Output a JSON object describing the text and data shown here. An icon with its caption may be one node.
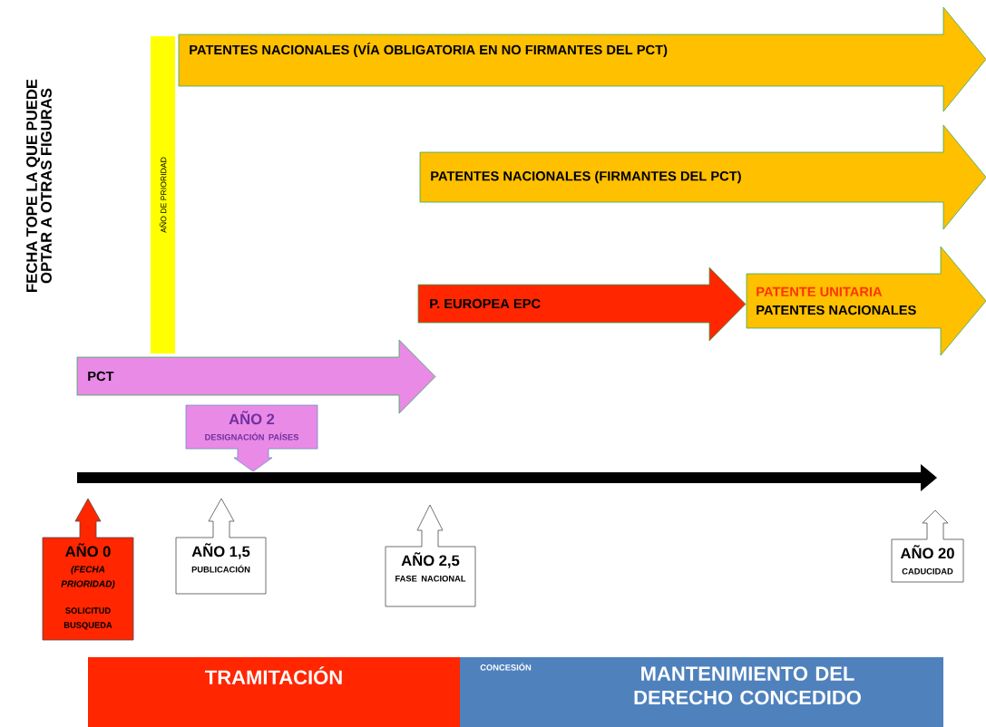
{
  "diagram": {
    "nodes": [
      {
        "text": [
          "PATENTES NACIONALES  (VÍA OBLIGATORIA  EN NO FIRMANTES  DEL PCT)"
        ]
      },
      {
        "text": [
          "PATENTES NACIONALES (FIRMANTES DEL PCT)"
        ]
      },
      {
        "text": [
          "P. EUROPEA EPC"
        ]
      },
      {
        "text": [
          "PATENTE  UNITARIA",
          "PATENTES  NACIONALES"
        ]
      },
      {
        "text": [
          "AÑO DE PRIORIDAD"
        ]
      },
      {
        "text": [
          "PCT"
        ]
      },
      {
        "text": [
          "AÑO 2",
          "DESIGNACIÓN  PAÍSES"
        ]
      },
      {
        "text": [
          "AÑO 0",
          "(FECHA PRIORIDAD)",
          "SOLICITUD BUSQUEDA"
        ]
      },
      {
        "text": [
          "AÑO 1,5",
          "PUBLICACIÓN"
        ]
      },
      {
        "text": [
          "AÑO 2,5",
          "FASE NACIONAL"
        ]
      },
      {
        "text": [
          "AÑO 20",
          "CADUCIDAD"
        ]
      },
      {
        "text": [
          "TRAMITACIÓN"
        ]
      },
      {
        "text": [
          "CONCESIÓN"
        ]
      },
      {
        "text": [
          "MANTENIMIENTO DEL DERECHO CONCEDIDO"
        ]
      }
    ],
    "labels": [
      "FECHA TOPE LA QUE PUEDE OPTAR A OTRAS FIGURAS"
    ]
  }
}
